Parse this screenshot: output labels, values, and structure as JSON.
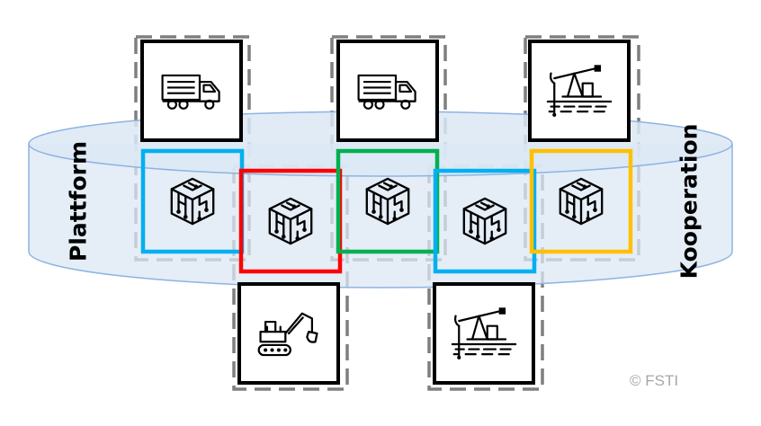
{
  "labels": {
    "left": "Plattform",
    "right": "Kooperation",
    "copyright": "© FSTI"
  },
  "colors": {
    "platform_fill": "#dce7f4",
    "platform_stroke": "#8db3e2",
    "dashed": "#7f7f7f",
    "blue": "#00b0f0",
    "red": "#ff0000",
    "green": "#00b050",
    "yellow": "#ffc000",
    "black": "#000000"
  },
  "modules": [
    {
      "icon": "circuit-cube-icon",
      "frame": "blue"
    },
    {
      "icon": "circuit-cube-icon",
      "frame": "red"
    },
    {
      "icon": "circuit-cube-icon",
      "frame": "green"
    },
    {
      "icon": "circuit-cube-icon",
      "frame": "blue"
    },
    {
      "icon": "circuit-cube-icon",
      "frame": "yellow"
    }
  ],
  "assets": [
    {
      "icon": "truck-icon"
    },
    {
      "icon": "truck-icon"
    },
    {
      "icon": "oil-pump-icon"
    },
    {
      "icon": "excavator-icon"
    },
    {
      "icon": "oil-pump-icon"
    }
  ]
}
